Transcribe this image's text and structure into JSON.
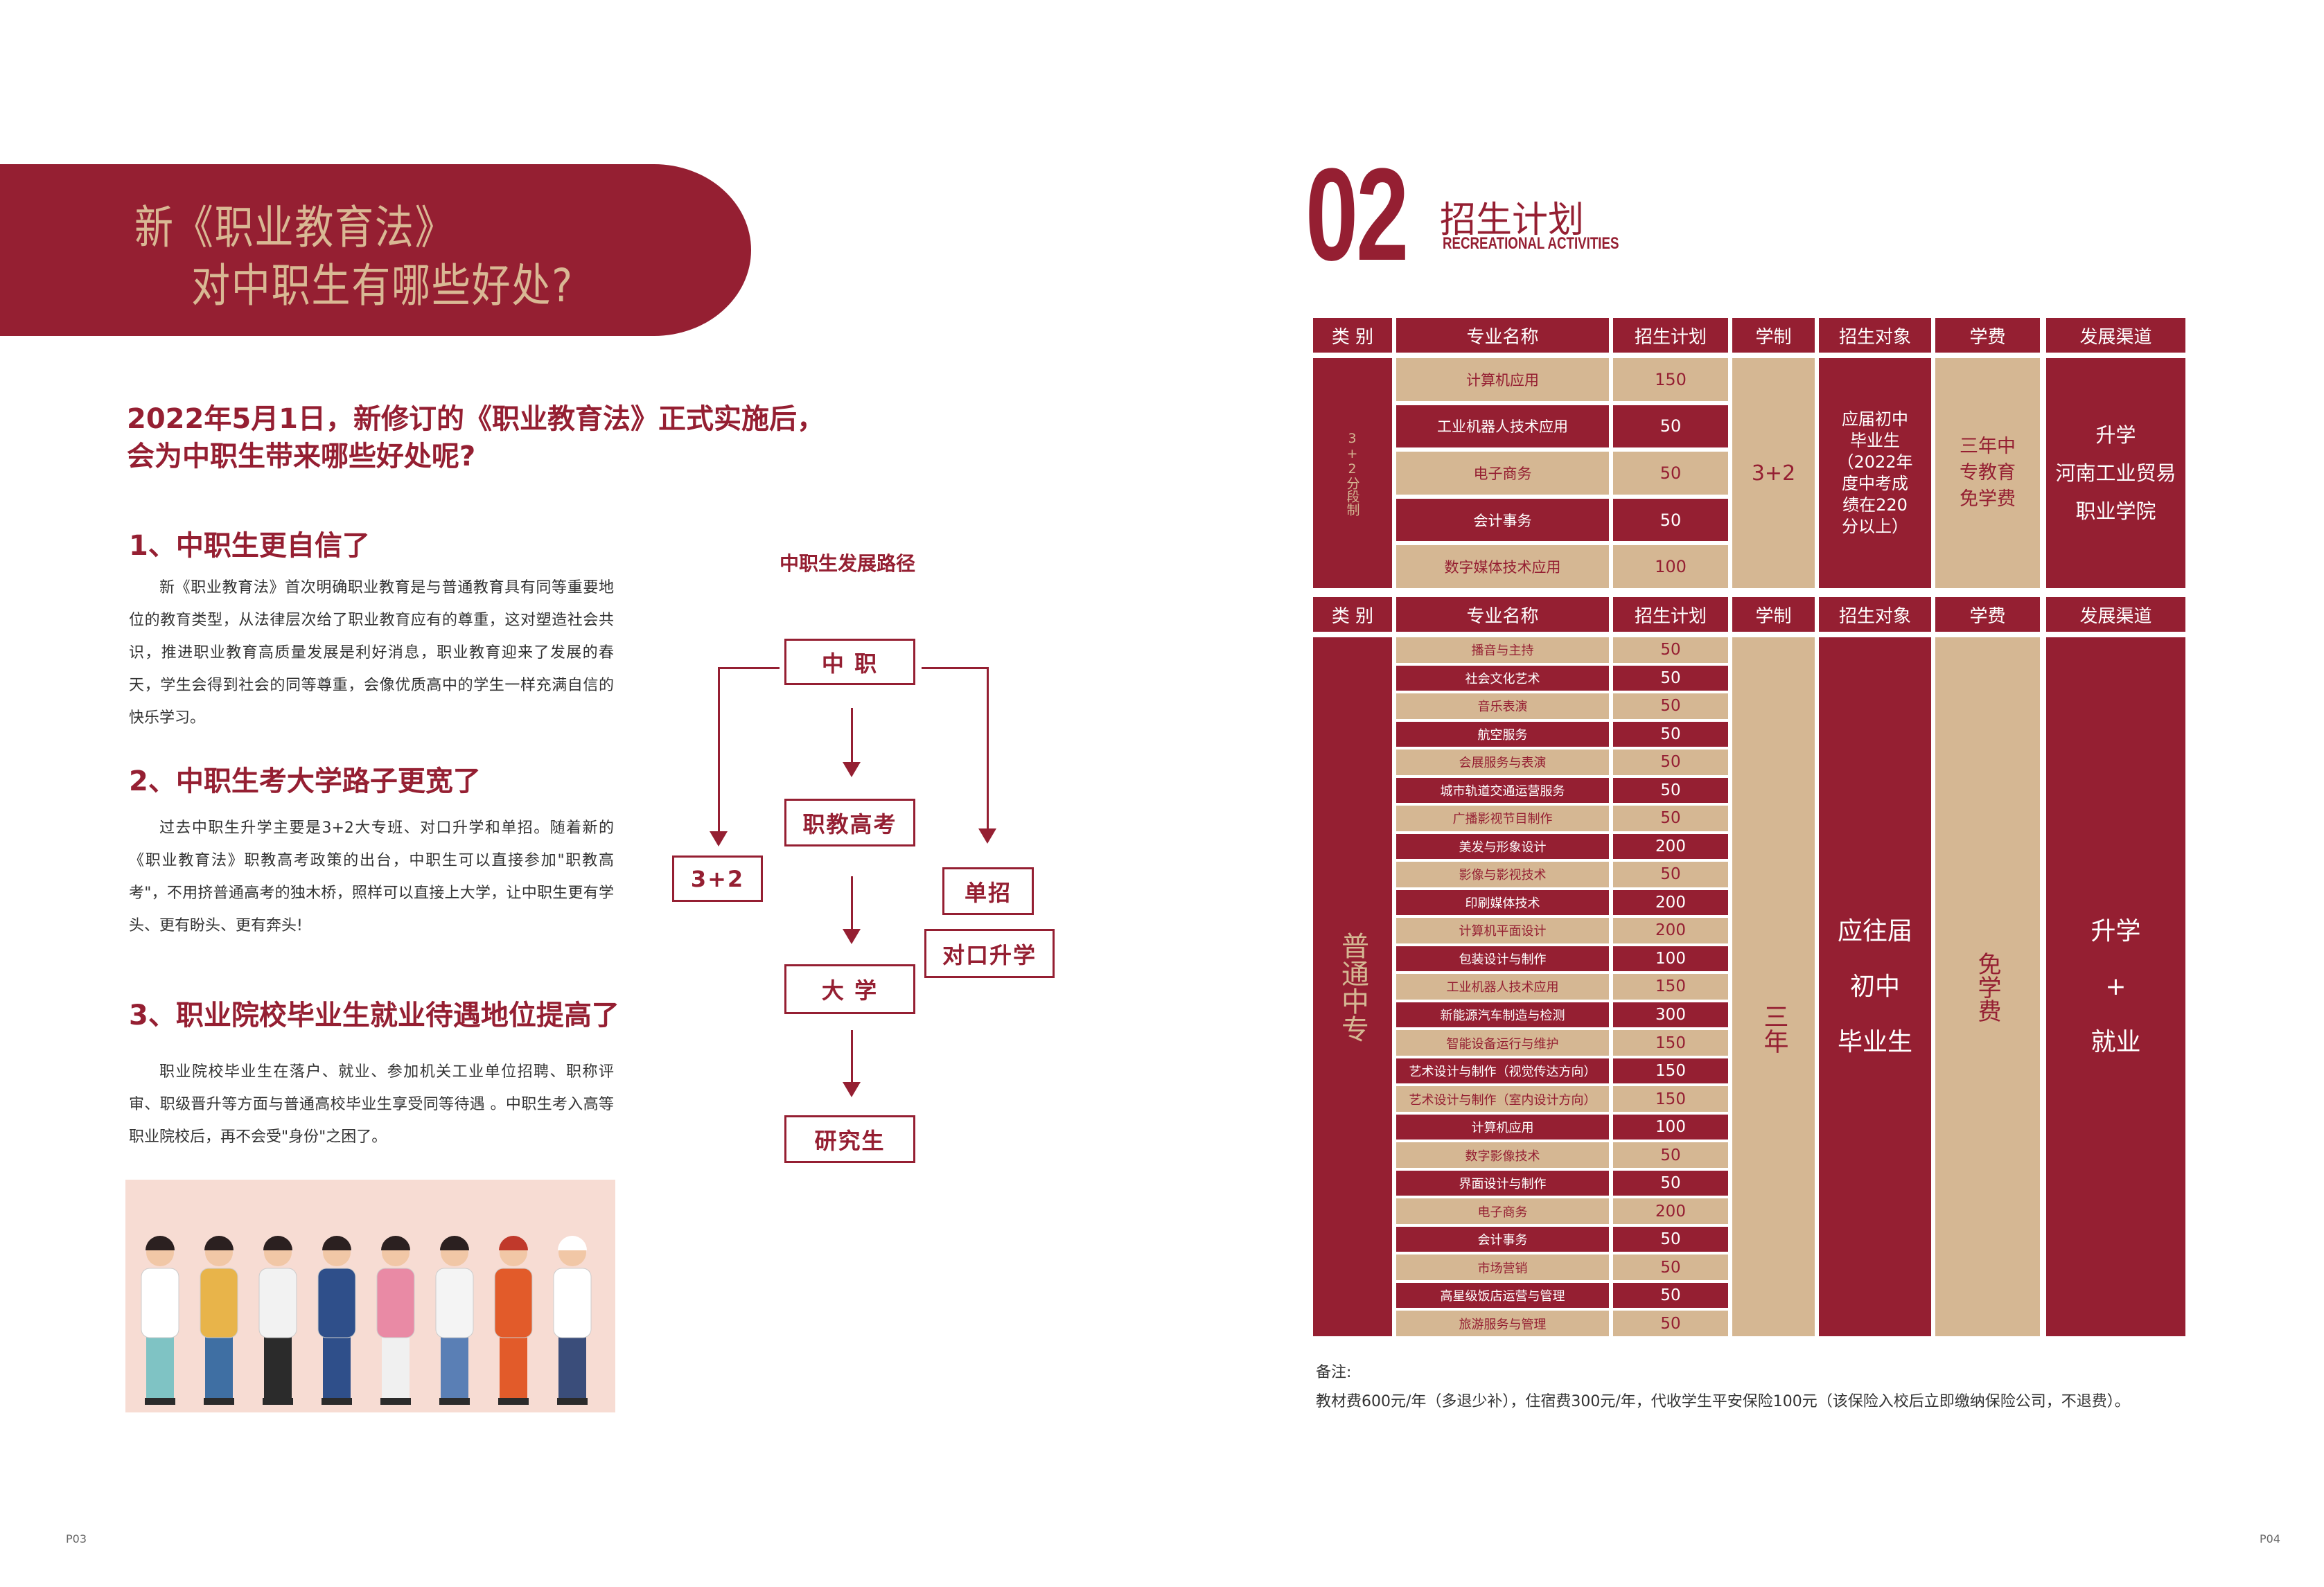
{
  "left_page": {
    "banner": {
      "line1": "新《职业教育法》",
      "line2": "对中职生有哪些好处?"
    },
    "intro": {
      "line1": "2022年5月1日，新修订的《职业教育法》正式实施后，",
      "line2": "会为中职生带来哪些好处呢?"
    },
    "sections": [
      {
        "heading": "1、中职生更自信了",
        "body": "新《职业教育法》首次明确职业教育是与普通教育具有同等重要地位的教育类型，从法律层次给了职业教育应有的尊重，这对塑造社会共识，推进职业教育高质量发展是利好消息，职业教育迎来了发展的春天，学生会得到社会的同等尊重，会像优质高中的学生一样充满自信的快乐学习。"
      },
      {
        "heading": "2、中职生考大学路子更宽了",
        "body": "过去中职生升学主要是3+2大专班、对口升学和单招。随着新的《职业教育法》职教高考政策的出台，中职生可以直接参加\"职教高考\"，不用挤普通高考的独木桥，照样可以直接上大学，让中职生更有学头、更有盼头、更有奔头!"
      },
      {
        "heading": "3、职业院校毕业生就业待遇地位提高了",
        "body": "职业院校毕业生在落户、就业、参加机关工业单位招聘、职称评审、职级晋升等方面与普通高校毕业生享受同等待遇 。中职生考入高等职业院校后，再不会受\"身份\"之困了。"
      }
    ],
    "flowchart": {
      "title": "中职生发展路径",
      "nodes": {
        "zhongzhi": "中 职",
        "zhijiao": "职教高考",
        "daxue": "大 学",
        "yanjiusheng": "研究生",
        "sanjiaer": "3+2",
        "danzhao": "单招",
        "duikou": "对口升学"
      }
    },
    "page_number": "P03"
  },
  "right_page": {
    "section_number": "02",
    "section_title": "招生计划",
    "section_subtitle": "RECREATIONAL ACTIVITIES",
    "headers": [
      "类 别",
      "专业名称",
      "招生计划",
      "学制",
      "招生对象",
      "学费",
      "发展渠道"
    ],
    "group1": {
      "category": "3+2分段制",
      "rows": [
        {
          "major": "计算机应用",
          "plan": "150"
        },
        {
          "major": "工业机器人技术应用",
          "plan": "50"
        },
        {
          "major": "电子商务",
          "plan": "50"
        },
        {
          "major": "会计事务",
          "plan": "50"
        },
        {
          "major": "数字媒体技术应用",
          "plan": "100"
        }
      ],
      "duration": "3+2",
      "target": [
        "应届初中",
        "毕业生",
        "（2022年",
        "度中考成",
        "绩在220",
        "分以上）"
      ],
      "tuition": [
        "三年中",
        "专教育",
        "免学费"
      ],
      "pathway": [
        "升学",
        "河南工业贸易",
        "职业学院"
      ]
    },
    "group2": {
      "category": "普通中专",
      "rows": [
        {
          "major": "播音与主持",
          "plan": "50"
        },
        {
          "major": "社会文化艺术",
          "plan": "50"
        },
        {
          "major": "音乐表演",
          "plan": "50"
        },
        {
          "major": "航空服务",
          "plan": "50"
        },
        {
          "major": "会展服务与表演",
          "plan": "50"
        },
        {
          "major": "城市轨道交通运营服务",
          "plan": "50"
        },
        {
          "major": "广播影视节目制作",
          "plan": "50"
        },
        {
          "major": "美发与形象设计",
          "plan": "200"
        },
        {
          "major": "影像与影视技术",
          "plan": "50"
        },
        {
          "major": "印刷媒体技术",
          "plan": "200"
        },
        {
          "major": "计算机平面设计",
          "plan": "200"
        },
        {
          "major": "包装设计与制作",
          "plan": "100"
        },
        {
          "major": "工业机器人技术应用",
          "plan": "150"
        },
        {
          "major": "新能源汽车制造与检测",
          "plan": "300"
        },
        {
          "major": "智能设备运行与维护",
          "plan": "150"
        },
        {
          "major": "艺术设计与制作（视觉传达方向）",
          "plan": "150"
        },
        {
          "major": "艺术设计与制作（室内设计方向）",
          "plan": "150"
        },
        {
          "major": "计算机应用",
          "plan": "100"
        },
        {
          "major": "数字影像技术",
          "plan": "50"
        },
        {
          "major": "界面设计与制作",
          "plan": "50"
        },
        {
          "major": "电子商务",
          "plan": "200"
        },
        {
          "major": "会计事务",
          "plan": "50"
        },
        {
          "major": "市场营销",
          "plan": "50"
        },
        {
          "major": "高星级饭店运营与管理",
          "plan": "50"
        },
        {
          "major": "旅游服务与管理",
          "plan": "50"
        }
      ],
      "duration": "三年",
      "target": [
        "应往届",
        "初中",
        "毕业生"
      ],
      "tuition": "免学费",
      "pathway": [
        "升学",
        "+",
        "就业"
      ]
    },
    "note_label": "备注:",
    "note_text": "教材费600元/年（多退少补），住宿费300元/年，代收学生平安保险100元（该保险入校后立即缴纳保险公司，不退费）。",
    "page_number": "P04"
  },
  "colors": {
    "brand_red": "#951f32",
    "tan": "#d5b793"
  }
}
